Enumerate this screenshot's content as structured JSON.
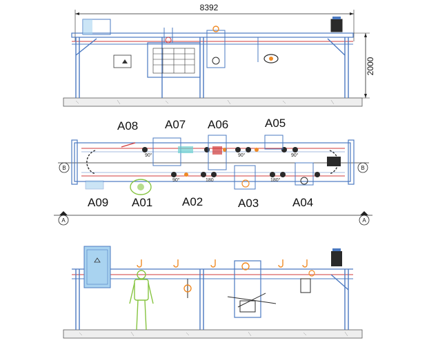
{
  "dimensions": {
    "length": "8392",
    "height": "2000"
  },
  "section_marks": {
    "section_a": "A",
    "section_b": "B"
  },
  "station_labels": {
    "a01": "A01",
    "a02": "A02",
    "a03": "A03",
    "a04": "A04",
    "a05": "A05",
    "a06": "A06",
    "a07": "A07",
    "a08": "A08",
    "a09": "A09"
  },
  "angle_marks": {
    "a": "90°",
    "b": "90°",
    "c": "90°",
    "d": "90°",
    "e": "180",
    "f": "180°"
  },
  "colors": {
    "structure": "#4a78c0",
    "rail": "#d23a3a",
    "accent": "#f08a24",
    "operator": "#86c440",
    "cabinet": "#a9d3f0",
    "ground": "#777777",
    "dark": "#2a2a2a"
  }
}
